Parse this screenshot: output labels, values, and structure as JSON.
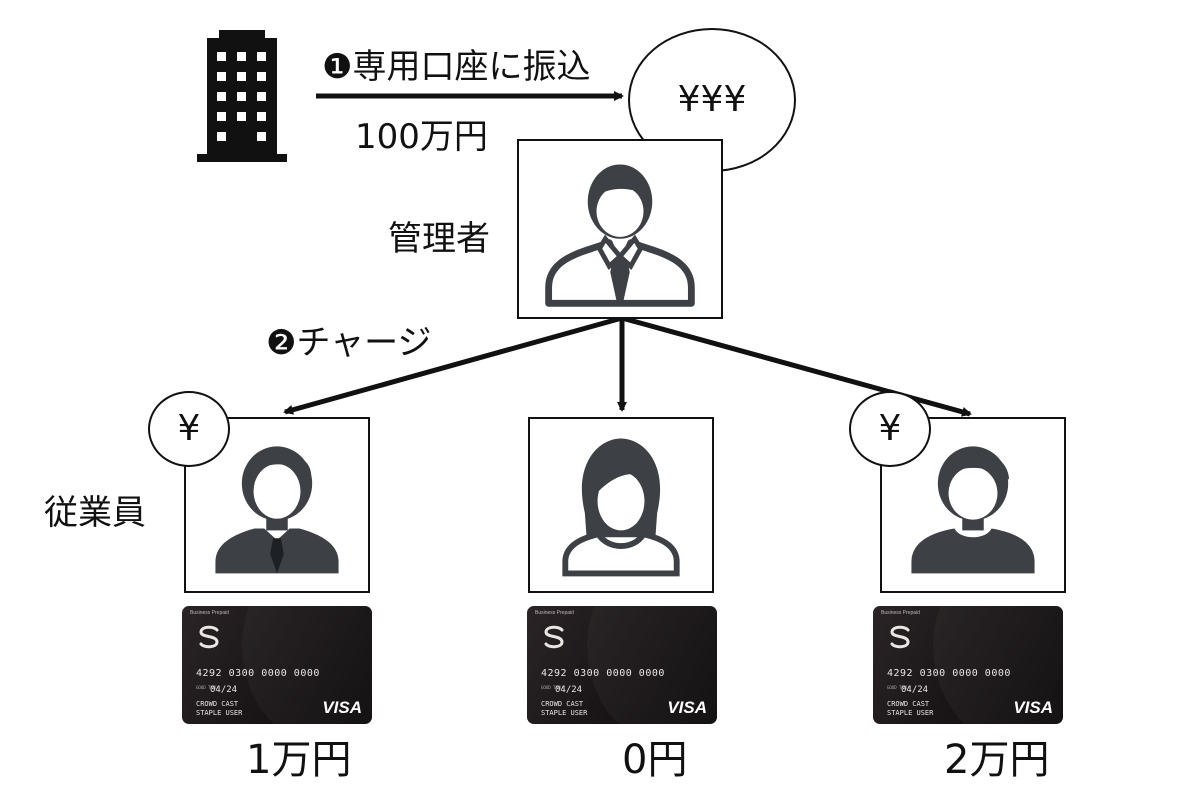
{
  "company": {
    "icon": "office-building-icon"
  },
  "step1": {
    "label": "❶専用口座に振込",
    "amount": "100万円"
  },
  "manager": {
    "label": "管理者",
    "coin": "¥¥¥",
    "icon": "manager-suit-icon"
  },
  "step2": {
    "label": "❷チャージ"
  },
  "employees_label": "従業員",
  "employees": [
    {
      "icon": "male-employee-suit-icon",
      "coin": "¥",
      "amount": "1万円"
    },
    {
      "icon": "female-employee-icon",
      "coin": null,
      "amount": "0円"
    },
    {
      "icon": "employee-casual-icon",
      "coin": "¥",
      "amount": "2万円"
    }
  ],
  "card": {
    "brand": "Business Prepaid",
    "number": "4292 0300 0000 0000",
    "valid_caption": "GOOD THRU",
    "expiry": "04/24",
    "holder_line1": "CROWD CAST",
    "holder_line2": "STAPLE USER",
    "network": "VISA"
  },
  "colors": {
    "icon": "#3d4146",
    "line": "#111111"
  }
}
